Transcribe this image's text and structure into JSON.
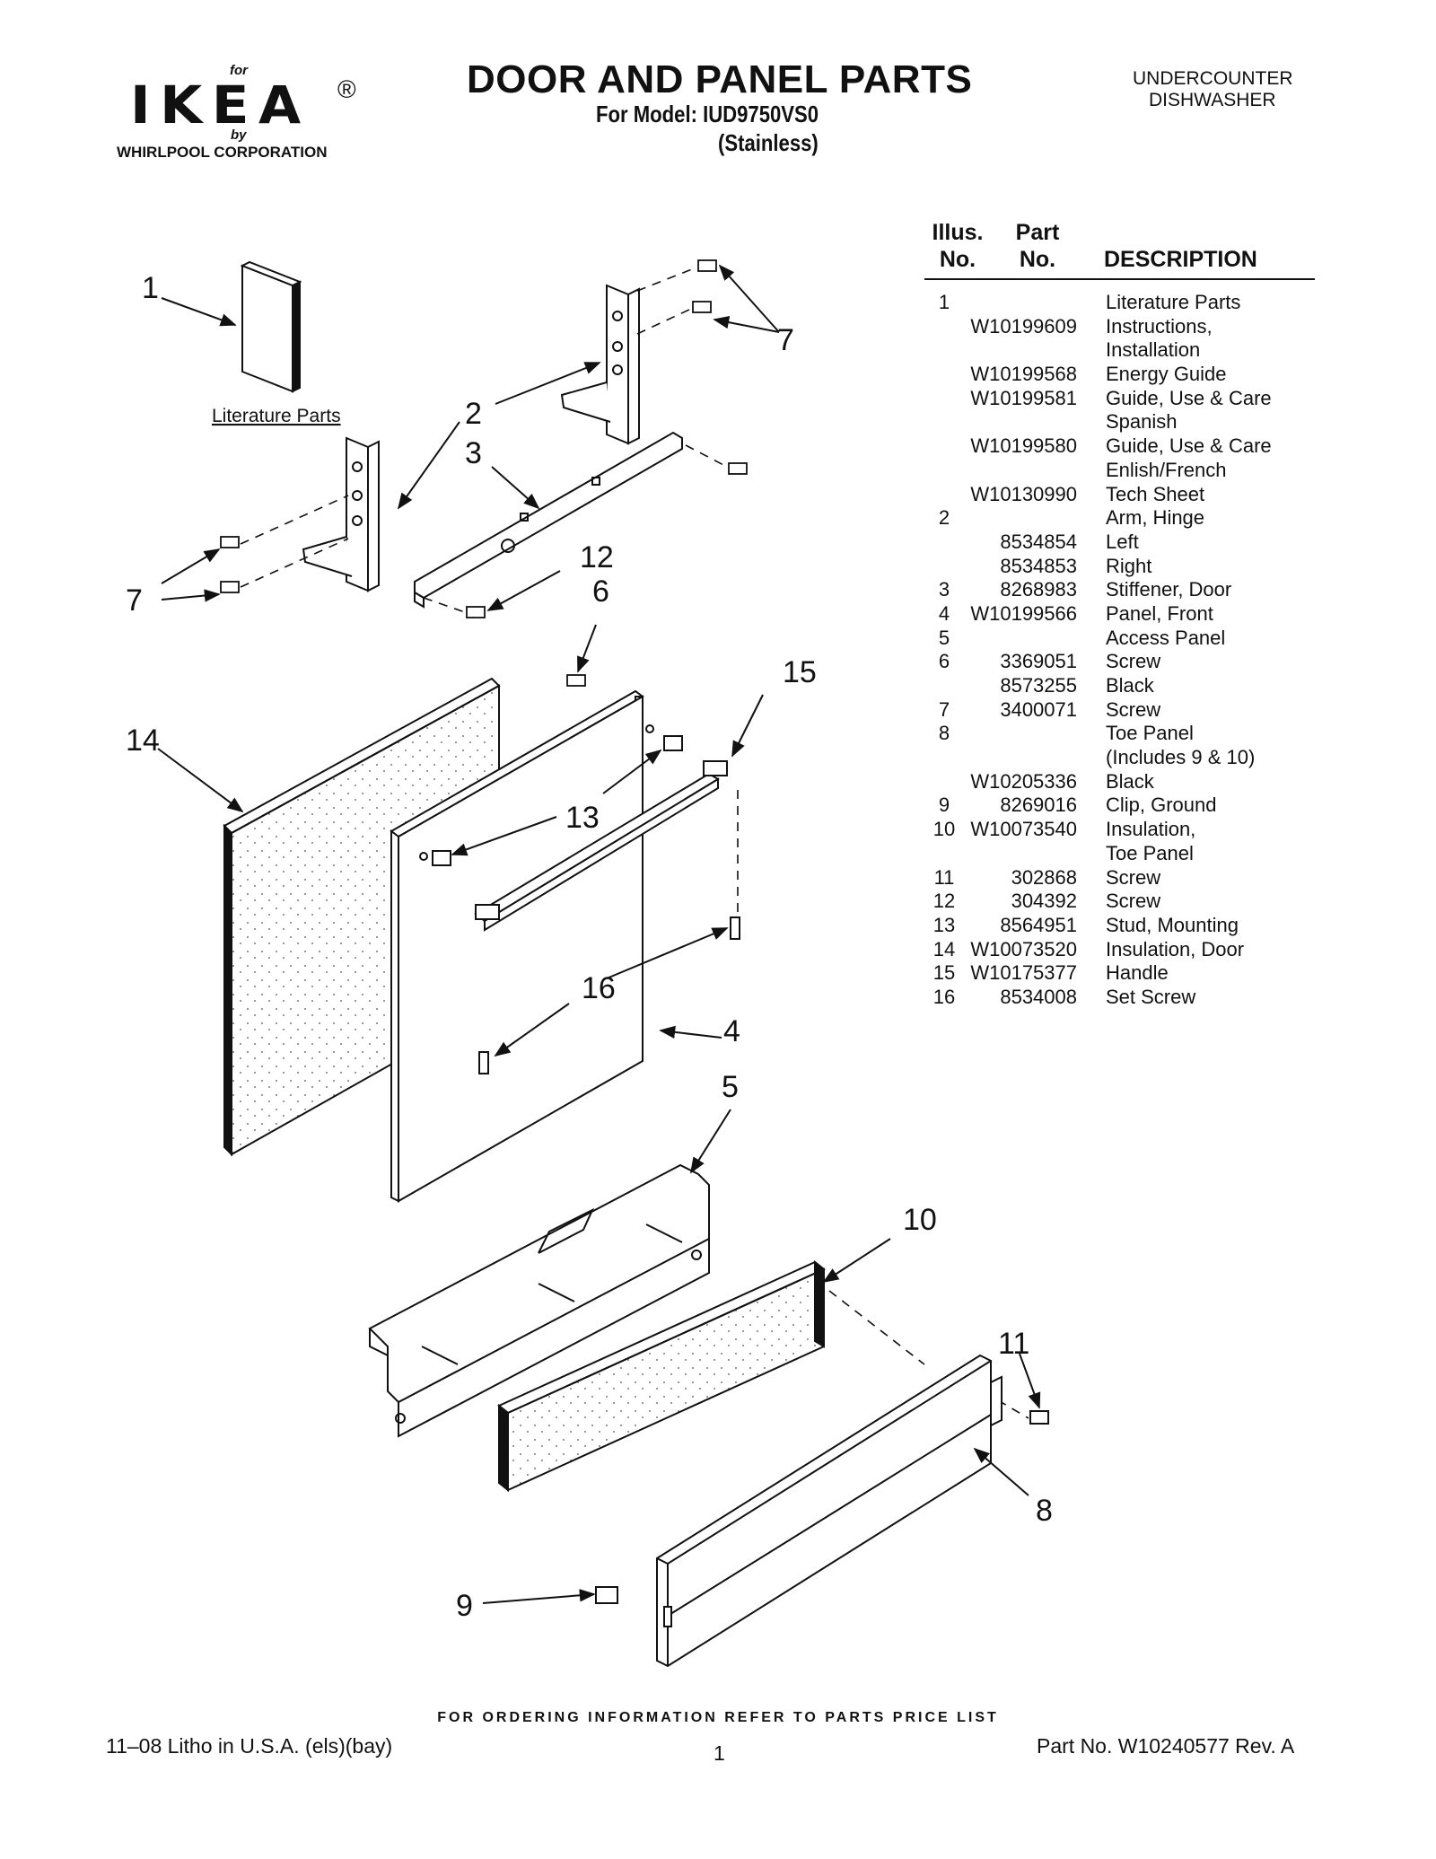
{
  "header": {
    "brand_for": "for",
    "brand_name": "IKEA",
    "brand_registered": "®",
    "brand_by": "by",
    "brand_corp": "WHIRLPOOL  CORPORATION",
    "title": "DOOR AND PANEL PARTS",
    "model": "For Model: IUD9750VS0",
    "finish": "(Stainless)",
    "product_type_line1": "UNDERCOUNTER",
    "product_type_line2": "DISHWASHER"
  },
  "table": {
    "col_illus_line1": "Illus.",
    "col_illus_line2": "No.",
    "col_part_line1": "Part",
    "col_part_line2": "No.",
    "col_description": "DESCRIPTION",
    "rows": [
      {
        "illus": "1",
        "part": "",
        "desc": "Literature Parts"
      },
      {
        "illus": "",
        "part": "W10199609",
        "desc": "Instructions,"
      },
      {
        "illus": "",
        "part": "",
        "desc": "Installation"
      },
      {
        "illus": "",
        "part": "W10199568",
        "desc": "Energy Guide"
      },
      {
        "illus": "",
        "part": "W10199581",
        "desc": "Guide, Use & Care"
      },
      {
        "illus": "",
        "part": "",
        "desc": "Spanish"
      },
      {
        "illus": "",
        "part": "W10199580",
        "desc": "Guide, Use & Care"
      },
      {
        "illus": "",
        "part": "",
        "desc": "Enlish/French"
      },
      {
        "illus": "",
        "part": "W10130990",
        "desc": "Tech Sheet"
      },
      {
        "illus": "2",
        "part": "",
        "desc": "Arm, Hinge"
      },
      {
        "illus": "",
        "part": "8534854",
        "desc": "Left"
      },
      {
        "illus": "",
        "part": "8534853",
        "desc": "Right"
      },
      {
        "illus": "3",
        "part": "8268983",
        "desc": "Stiffener, Door"
      },
      {
        "illus": "4",
        "part": "W10199566",
        "desc": "Panel, Front"
      },
      {
        "illus": "5",
        "part": "",
        "desc": "Access Panel"
      },
      {
        "illus": "6",
        "part": "3369051",
        "desc": "Screw"
      },
      {
        "illus": "",
        "part": "8573255",
        "desc": "Black"
      },
      {
        "illus": "7",
        "part": "3400071",
        "desc": "Screw"
      },
      {
        "illus": "8",
        "part": "",
        "desc": "Toe Panel"
      },
      {
        "illus": "",
        "part": "",
        "desc": "(Includes 9 & 10)"
      },
      {
        "illus": "",
        "part": "W10205336",
        "desc": "Black"
      },
      {
        "illus": "9",
        "part": "8269016",
        "desc": "Clip, Ground"
      },
      {
        "illus": "10",
        "part": "W10073540",
        "desc": "Insulation,"
      },
      {
        "illus": "",
        "part": "",
        "desc": "Toe Panel"
      },
      {
        "illus": "11",
        "part": "302868",
        "desc": "Screw"
      },
      {
        "illus": "12",
        "part": "304392",
        "desc": "Screw"
      },
      {
        "illus": "13",
        "part": "8564951",
        "desc": "Stud, Mounting"
      },
      {
        "illus": "14",
        "part": "W10073520",
        "desc": "Insulation, Door"
      },
      {
        "illus": "15",
        "part": "W10175377",
        "desc": "Handle"
      },
      {
        "illus": "16",
        "part": "8534008",
        "desc": "Set Screw"
      }
    ]
  },
  "diagram": {
    "literature_label": "Literature Parts",
    "callouts": [
      "1",
      "2",
      "3",
      "7",
      "7",
      "12",
      "6",
      "15",
      "14",
      "13",
      "16",
      "4",
      "5",
      "10",
      "11",
      "8",
      "9"
    ]
  },
  "footer": {
    "ordering_note": "FOR ORDERING INFORMATION REFER TO PARTS PRICE LIST",
    "litho": "11–08 Litho in U.S.A. (els)(bay)",
    "page": "1",
    "part_no": "Part No. W10240577 Rev. A"
  }
}
